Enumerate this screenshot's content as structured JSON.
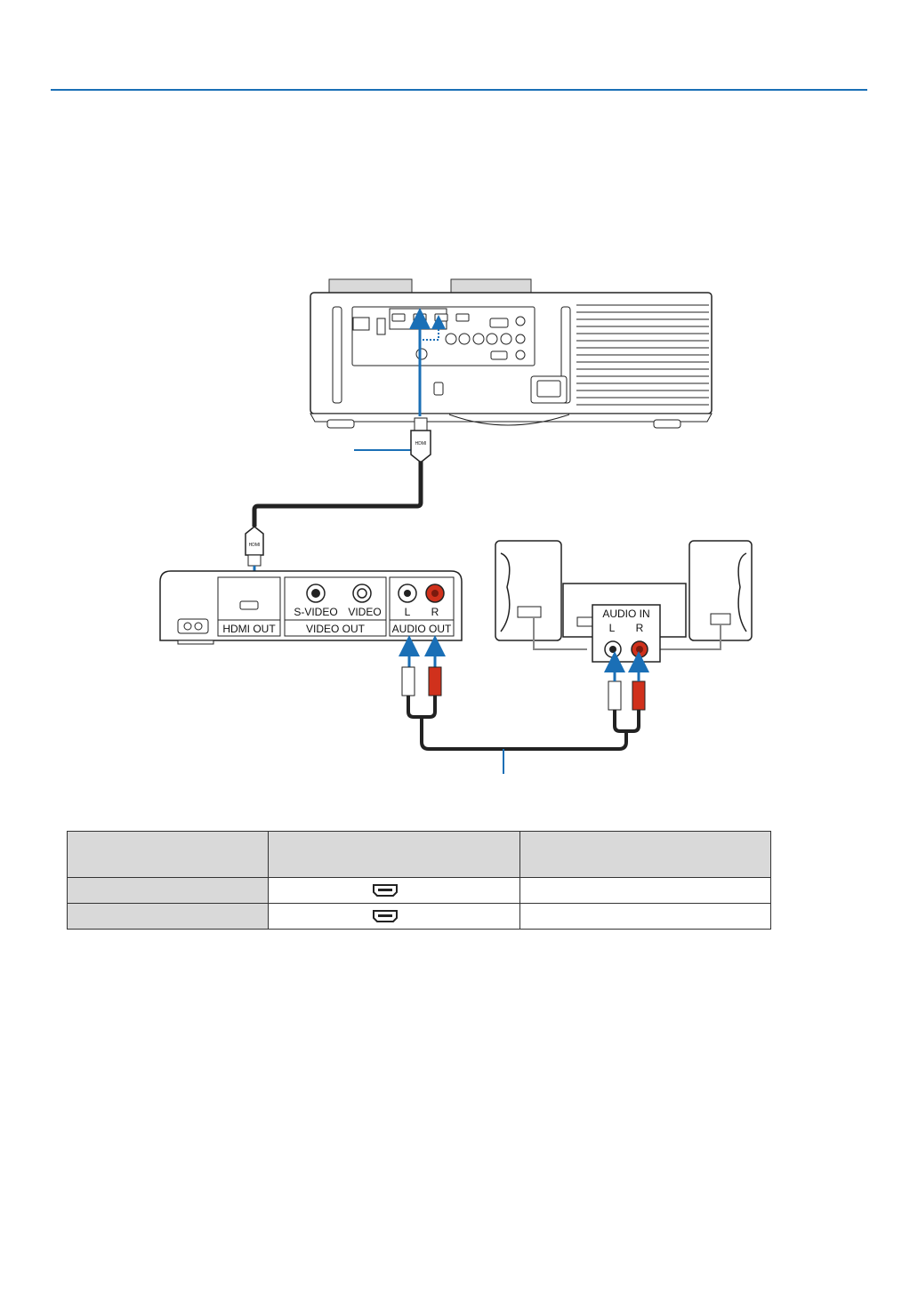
{
  "colors": {
    "accent": "#1a6fb6",
    "cable": "#222222",
    "red_plug": "#d0311c",
    "table_header": "#d9d9d9"
  },
  "projector": {
    "hdmi_plug_label": "HDMI"
  },
  "player": {
    "hdmi_plug_label": "HDMI",
    "port_labels": {
      "hdmi_out": "HDMI OUT",
      "s_video": "S-VIDEO",
      "video": "VIDEO",
      "video_out": "VIDEO OUT",
      "left": "L",
      "right": "R",
      "audio_out": "AUDIO OUT"
    }
  },
  "speakers": {
    "audio_in": "AUDIO IN",
    "left": "L",
    "right": "R"
  },
  "icons": [
    "hdmi-port-icon",
    "power-inlet-icon",
    "arrow-up-icon",
    "arrow-down-icon"
  ],
  "table": {
    "rows": [
      {
        "icon": "hdmi-port-icon"
      },
      {
        "icon": "hdmi-port-icon"
      }
    ]
  }
}
